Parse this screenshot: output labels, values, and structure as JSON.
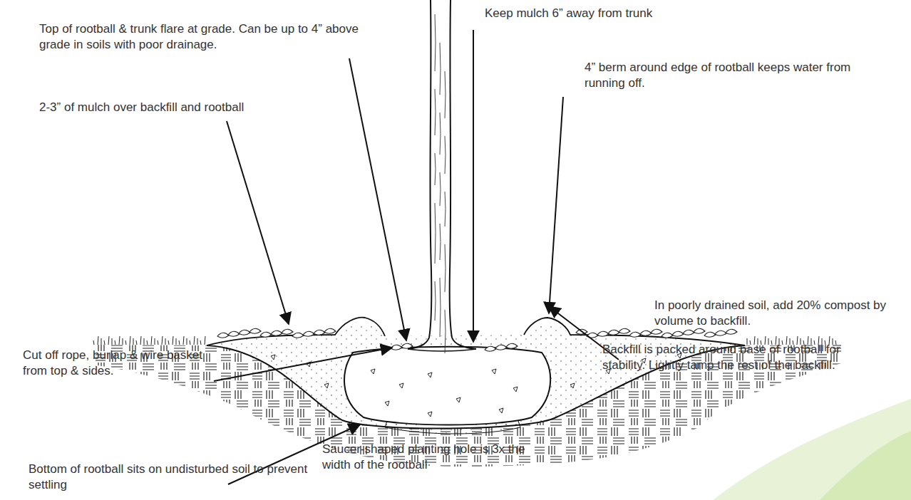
{
  "diagram": {
    "labels": [
      "Keep mulch 6” away from trunk",
      "Top of rootball & trunk flare at grade. Can be up to 4” above grade in soils with poor drainage.",
      "4” berm around edge of rootball keeps water from running off.",
      "2-3” of mulch over backfill and rootball",
      "In poorly drained soil, add 20% compost by volume to backfill.",
      "Cut off rope, burlap & wire basket from top & sides.",
      "Backfill is packed around base of rootball for stability. Lightly tamp the rest of the backfill.",
      "Saucer-shaped planting hole is 3x the width of the rootball",
      "Bottom of rootball sits on undisturbed soil to prevent settling"
    ]
  }
}
